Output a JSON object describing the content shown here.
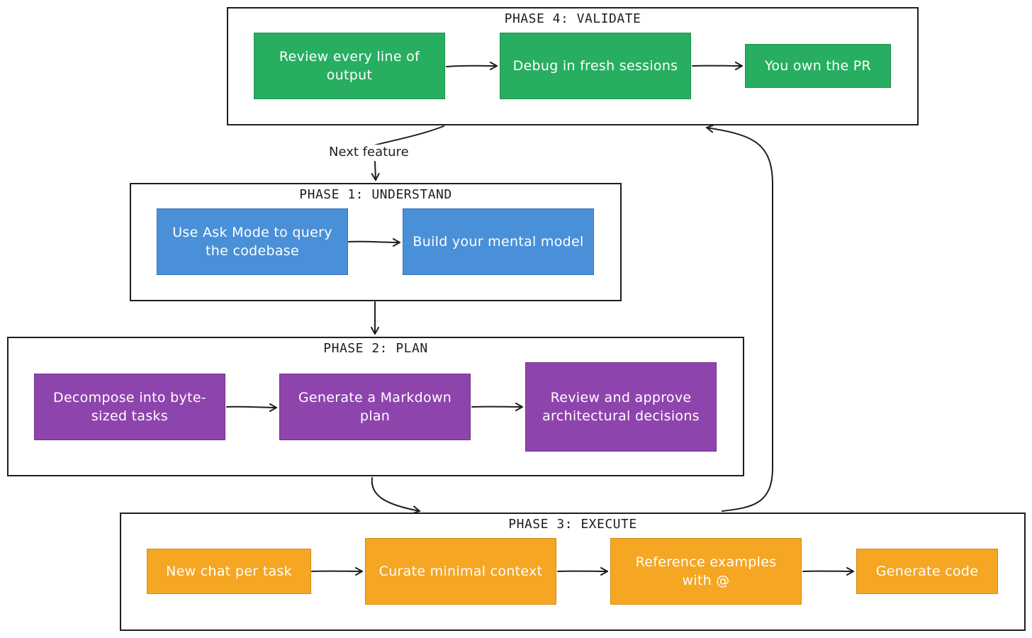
{
  "phase4": {
    "title": "PHASE 4: VALIDATE",
    "nodes": [
      "Review every line of output",
      "Debug in fresh sessions",
      "You own the PR"
    ]
  },
  "phase1": {
    "title": "PHASE 1: UNDERSTAND",
    "nodes": [
      "Use Ask Mode to query the codebase",
      "Build your mental model"
    ]
  },
  "phase2": {
    "title": "PHASE 2: PLAN",
    "nodes": [
      "Decompose into byte-sized tasks",
      "Generate a Markdown plan",
      "Review and approve architectural decisions"
    ]
  },
  "phase3": {
    "title": "PHASE 3: EXECUTE",
    "nodes": [
      "New chat per task",
      "Curate minimal context",
      "Reference examples with @",
      "Generate code"
    ]
  },
  "edges": {
    "next_feature": "Next feature"
  },
  "colors": {
    "validate": "#27ae60",
    "understand": "#4a90d9",
    "plan": "#8e44ad",
    "execute": "#f5a623",
    "stroke": "#1e1e1e"
  }
}
